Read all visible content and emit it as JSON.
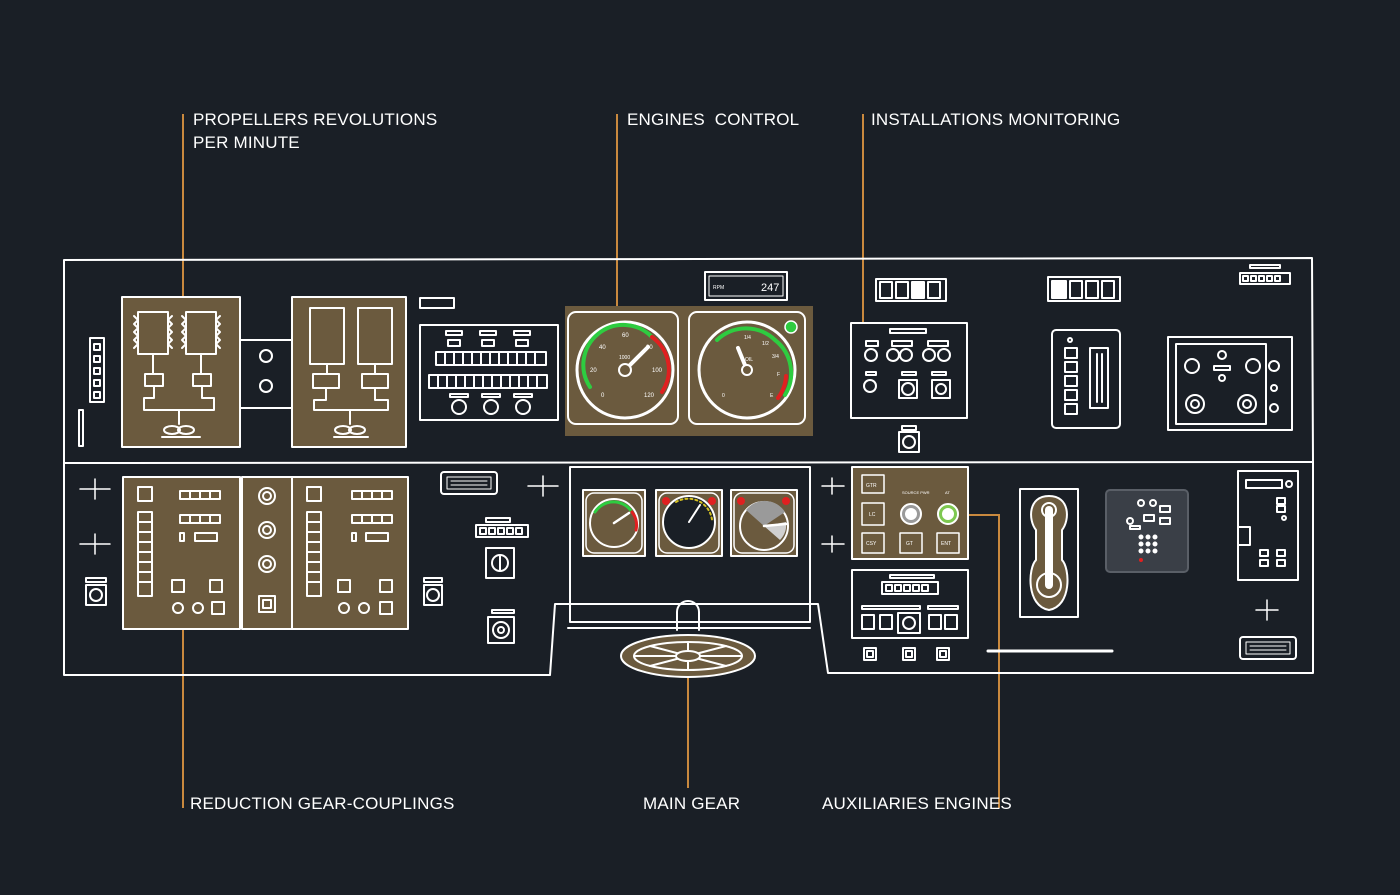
{
  "callouts": {
    "propellers": {
      "line1": "PROPELLERS REVOLUTIONS",
      "line2": "PER MINUTE"
    },
    "engines_control": "ENGINES  CONTROL",
    "installations_monitoring": "INSTALLATIONS MONITORING",
    "reduction_gear": "REDUCTION GEAR-COUPLINGS",
    "main_gear": "MAIN GEAR",
    "auxiliaries_engines": "AUXILIARIES ENGINES"
  },
  "rpm_display": {
    "caption": "RPM",
    "value": "247"
  },
  "engine_gauges": {
    "left": {
      "ticks": [
        "0",
        "20",
        "40",
        "60",
        "80",
        "100",
        "120"
      ],
      "center_text": "1000"
    },
    "right": {
      "ticks": [
        "0",
        "1/4",
        "1/2",
        "3/4",
        "F",
        "E"
      ],
      "center_text": "OIL"
    }
  },
  "aux_panel": {
    "buttons": [
      "GTR",
      "LC",
      "CSY",
      "GT",
      "ENT"
    ],
    "caption_left": "SOURCE PWR",
    "caption_right": "AT"
  },
  "colors": {
    "background": "#1a1f26",
    "line": "#ffffff",
    "panel_fill": "#6b5a3e",
    "accent": "#c9893e",
    "gauge_green": "#2ecc40",
    "gauge_red": "#e02020"
  },
  "icons": [
    "propeller-shaft-icon",
    "steering-wheel-icon",
    "gauge-icon",
    "knob-icon",
    "indicator-lamp-icon"
  ]
}
